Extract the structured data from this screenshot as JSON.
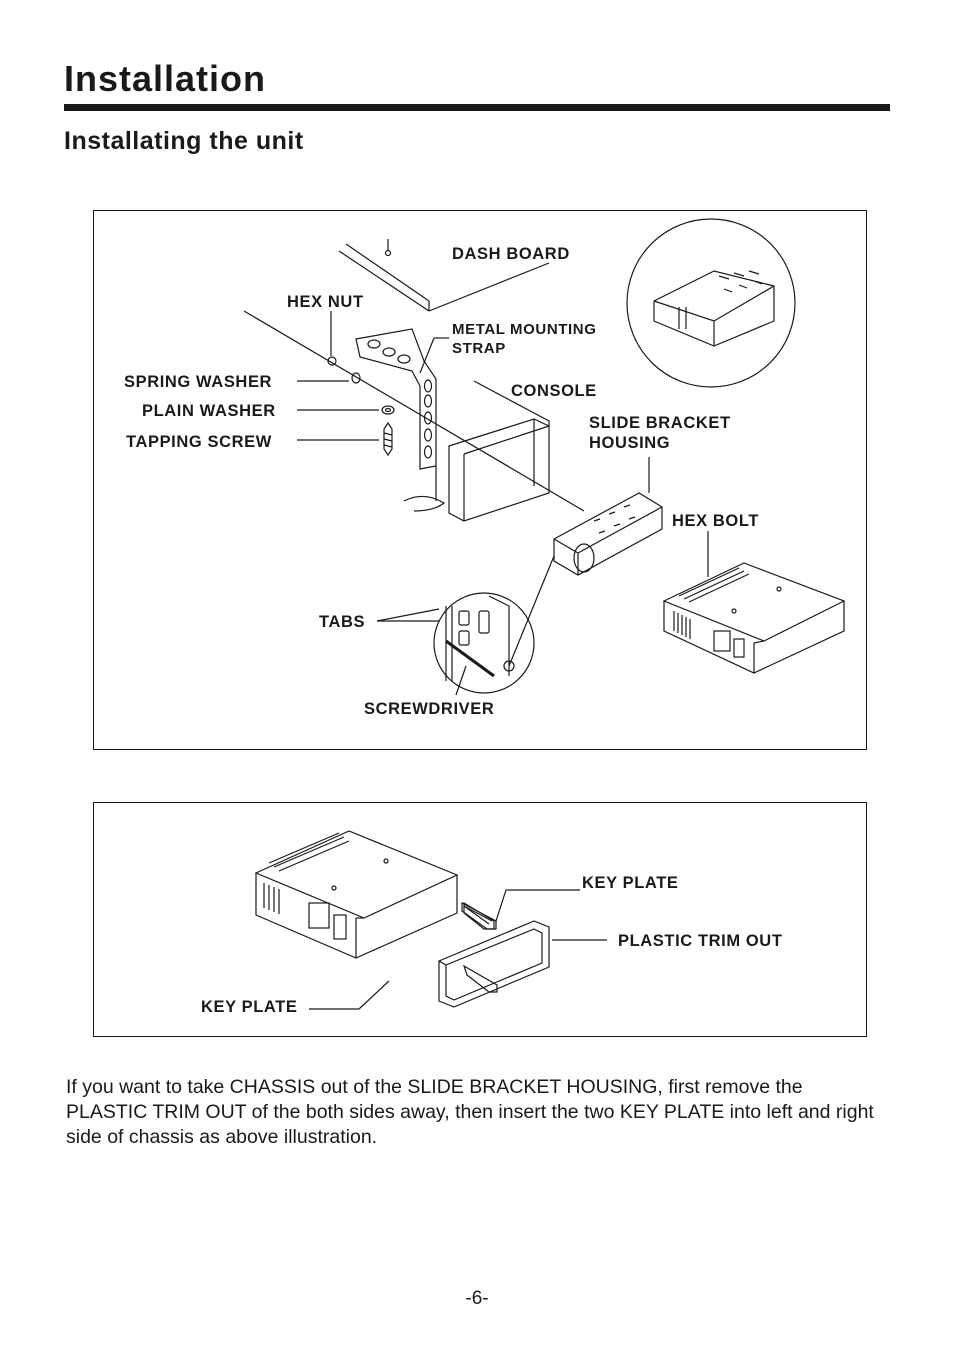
{
  "header": {
    "title": "Installation",
    "subtitle": "Installating the unit"
  },
  "figure1": {
    "labels": {
      "dash_board": "DASH BOARD",
      "hex_nut": "HEX NUT",
      "metal_mounting_strap_1": "METAL MOUNTING",
      "metal_mounting_strap_2": "STRAP",
      "spring_washer": "SPRING WASHER",
      "plain_washer": "PLAIN WASHER",
      "tapping_screw": "TAPPING SCREW",
      "console": "CONSOLE",
      "slide_bracket_1": "SLIDE BRACKET",
      "slide_bracket_2": "HOUSING",
      "hex_bolt": "HEX BOLT",
      "tabs": "TABS",
      "screwdriver": "SCREWDRIVER"
    }
  },
  "figure2": {
    "labels": {
      "key_plate_top": "KEY PLATE",
      "plastic_trim_out": "PLASTIC TRIM OUT",
      "key_plate_bottom": "KEY PLATE"
    }
  },
  "body": {
    "paragraph": "If you want to take CHASSIS out of the SLIDE BRACKET HOUSING, first remove the PLASTIC TRIM OUT of the both sides away, then insert the two KEY PLATE into left and right side of chassis as above illustration."
  },
  "footer": {
    "page_number": "-6-"
  }
}
